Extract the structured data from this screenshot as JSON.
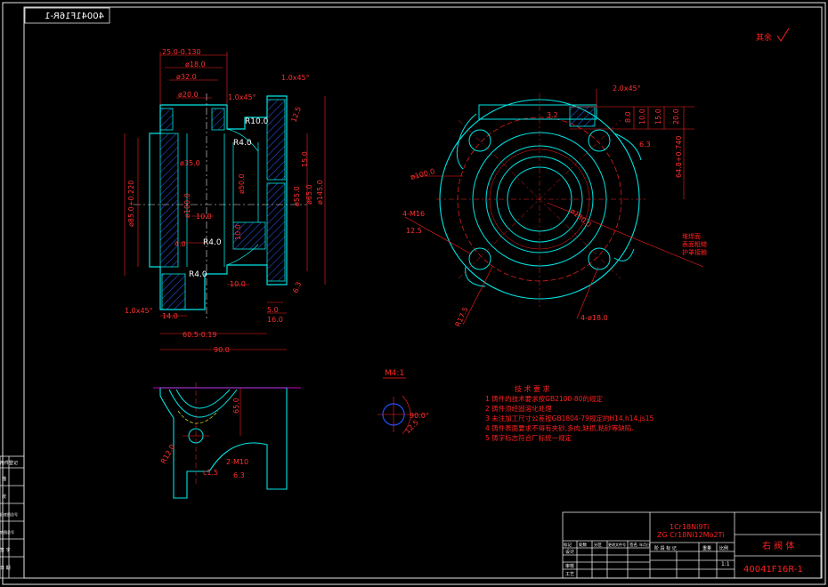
{
  "drawing": {
    "corner_code_mirrored": "40041F16R-1",
    "surface_note": "其余",
    "scale_label": "M4:1",
    "tech_req": {
      "title": "技 术 要 求",
      "items": [
        "1 铸件的技术要求按GB2100-80的规定",
        "2 铸件须经固溶化处理",
        "3 未注加工尺寸公差按GB1804-79规定的H14,h14,js15",
        "4 铸件表面要求不得有夹砂,多肉,缺损,粘砂等缺陷.",
        "5 铸字标志符合厂标统一规定"
      ]
    },
    "title_block": {
      "material_1": "1Cr18Ni9Ti",
      "material_2": "ZG Cr18Ni12Mo2Ti",
      "part_name": "右 阀 体",
      "part_number": "40041F16R-1",
      "scale": "1:1"
    },
    "dims_left_view": {
      "d1": "25.0-0.130",
      "d2": "ø18.0",
      "d3": "ø32.0",
      "d4": "ø20.0",
      "d5": "ø35.0",
      "c1": "1.0x45°",
      "c2": "1.0x45°",
      "r1": "R10.0",
      "r2": "R4.0",
      "r3": "R4.0",
      "r4": "R4.0",
      "v1": "ø85.0+0.220",
      "v2": "ø100.0",
      "v3": "ø50.0",
      "v4": "ø55.0",
      "v5": "ø145.0",
      "v6": "ø65.0",
      "v7": "10.0",
      "v8": "4.0",
      "v9": "10.0",
      "v10": "5.0",
      "v11": "15.0",
      "v12": "14.0",
      "v13": "16.0",
      "v14": "60.5-0.19",
      "v15": "90.0",
      "v16": "10.0",
      "v17": "12.5",
      "v18": "6.3",
      "c3": "1.0x45°"
    },
    "dims_right_view": {
      "c1": "2.0x45°",
      "h1": "8.0",
      "h2": "10.0",
      "h3": "15.0",
      "h4": "20.0",
      "h5": "64.8+0.740",
      "d1": "ø100.0",
      "d2": "ø150.0",
      "m1": "4-M16",
      "h6": "4-ø18.0",
      "r1": "R17.5",
      "f1": "3.2",
      "f2": "6.3",
      "f3": "12.5",
      "note1": "堆焊面",
      "note2": "表面粗糙",
      "note3": "护罩接触"
    },
    "dims_bottom_view": {
      "v1": "65.0",
      "r1": "R12.0",
      "c1": "c1.5",
      "m1": "2-M10",
      "f1": "6.3"
    },
    "dims_detail": {
      "a1": "90.0°",
      "f1": "12.5"
    },
    "left_table": {
      "rows": [
        "用件登记",
        "描",
        "校",
        "旧底图总号",
        "底图总号",
        "签 字",
        "日 期"
      ]
    },
    "tb_small": {
      "header": [
        "标记",
        "处数",
        "分区",
        "更改文件号",
        "签名",
        "年月日"
      ],
      "rows": [
        "设计",
        "审核",
        "工艺"
      ],
      "stage": "阶 段 标 记",
      "weight": "重量",
      "scale": "比例"
    }
  }
}
